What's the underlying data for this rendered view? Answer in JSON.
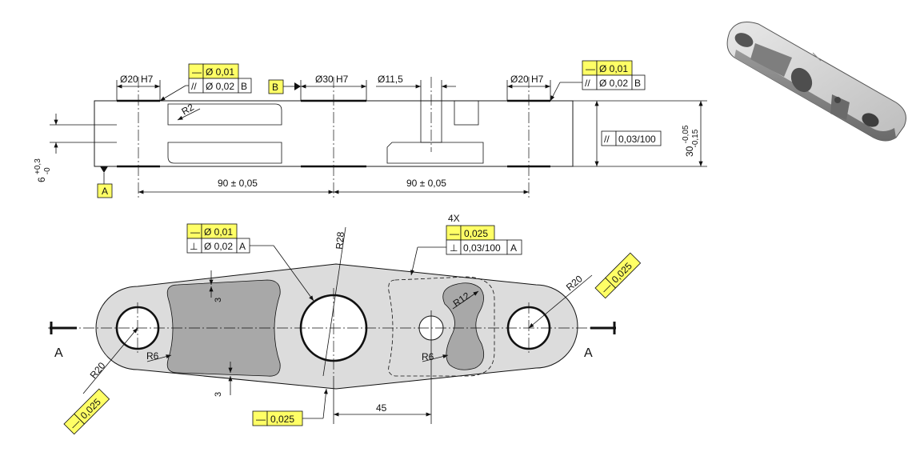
{
  "section_view": {
    "dim_bore_left": "Ø20 H7",
    "dim_bore_center": "Ø30 H7",
    "dim_small_hole": "Ø11,5",
    "dim_bore_right": "Ø20 H7",
    "radius_r2": "R2",
    "dim_spacing_left": "90 ± 0,05",
    "dim_spacing_right": "90 ± 0,05",
    "dim_height": "30 -0,05 / -0,15",
    "dim_slot": "6 +0,3 / -0",
    "datum_a": "A",
    "datum_b": "B",
    "fcf_left": {
      "row1": [
        "—",
        "Ø 0,01"
      ],
      "row2": [
        "//",
        "Ø 0,02",
        "B"
      ]
    },
    "fcf_right": {
      "row1": [
        "—",
        "Ø 0,01"
      ],
      "row2": [
        "//",
        "Ø 0,02",
        "B"
      ]
    },
    "fcf_parallel": [
      "//",
      "0,03/100"
    ]
  },
  "plan_view": {
    "fcf_center": {
      "row1": [
        "—",
        "Ø 0,01"
      ],
      "row2": [
        "⊥",
        "Ø 0,02",
        "A"
      ]
    },
    "fcf_4x_label": "4X",
    "fcf_4x": {
      "row1": [
        "—",
        "0,025"
      ],
      "row2": [
        "⊥",
        "0,03/100",
        "A"
      ]
    },
    "fcf_bottom": [
      "—",
      "0,025"
    ],
    "fcf_left_edge": [
      "—",
      "0,025"
    ],
    "fcf_right_edge": [
      "—",
      "0,025"
    ],
    "radius_r28": "R28",
    "radius_r20_left": "R20",
    "radius_r20_right": "R20",
    "radius_r6_left": "R6",
    "radius_r6_right": "R6",
    "radius_r12": "R12",
    "dim_wall_top": "3",
    "dim_wall_bottom": "3",
    "dim_45": "45",
    "section_left": "A",
    "section_right": "A"
  },
  "colors": {
    "gdt_highlight": "#ffff66",
    "part_fill": "#dcdcdc",
    "pocket_fill": "#a8a8a8",
    "hatch": "#777777"
  }
}
